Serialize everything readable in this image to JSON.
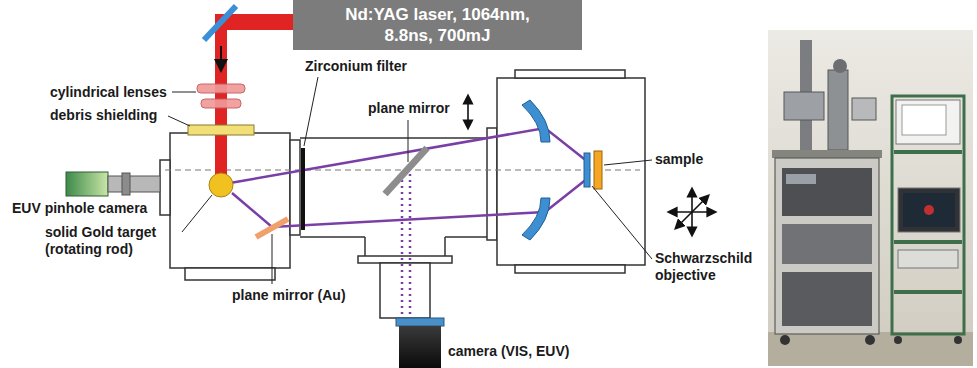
{
  "diagram": {
    "nodes": [
      {
        "text": [
          "Nd:YAG laser, 1064nm, 8.8ns, 700mJ"
        ]
      }
    ],
    "labels": [
      "cylindrical lenses",
      "debris shielding",
      "EUV pinhole camera",
      "solid Gold target (rotating rod)",
      "plane mirror (Au)",
      "Zirconium filter",
      "plane mirror",
      "camera (VIS, EUV)",
      "Schwarzschild objective",
      "sample"
    ]
  }
}
